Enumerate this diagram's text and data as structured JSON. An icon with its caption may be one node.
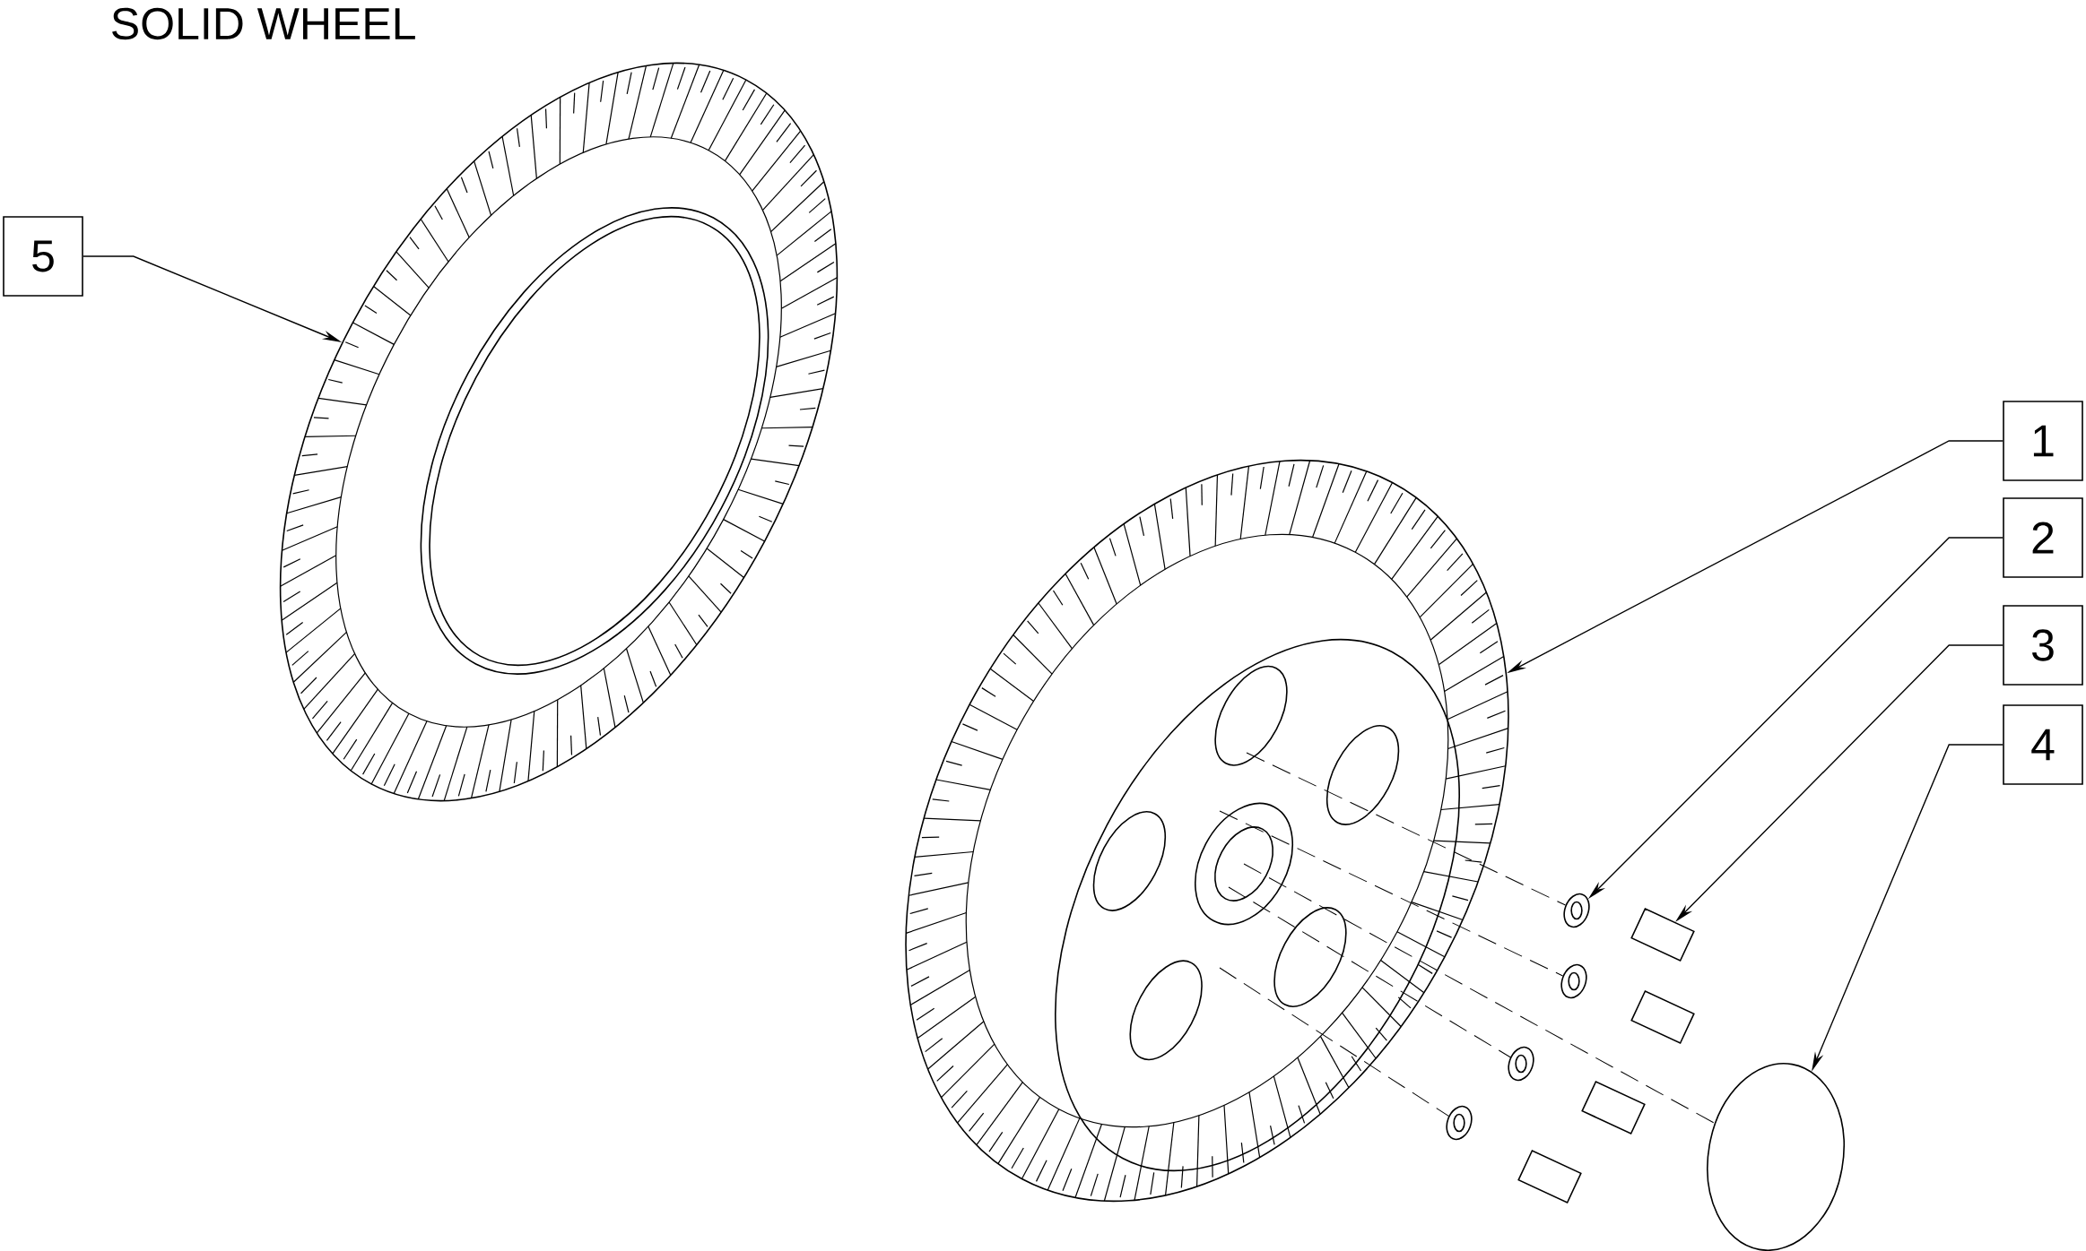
{
  "diagram": {
    "title": "SOLID WHEEL",
    "nodes": [
      {
        "text": [
          "5"
        ]
      },
      {
        "text": [],
        "shape": "picture"
      },
      {
        "text": [
          "1"
        ]
      },
      {
        "text": [],
        "shape": "picture"
      },
      {
        "text": [
          "2"
        ]
      },
      {
        "text": [],
        "shape": "picture"
      },
      {
        "text": [
          "3"
        ]
      },
      {
        "text": [],
        "shape": "picture"
      },
      {
        "text": [
          "4"
        ]
      },
      {
        "text": [],
        "shape": "circle"
      },
      {
        "text": [],
        "shape": "picture"
      },
      {
        "text": [],
        "shape": "picture"
      },
      {
        "text": [],
        "shape": "picture"
      }
    ],
    "edges": [
      {
        "from": 0,
        "to": 1,
        "arrow": "to"
      },
      {
        "from": 2,
        "to": 3,
        "arrow": "to"
      },
      {
        "from": 4,
        "to": 5,
        "arrow": "to"
      },
      {
        "from": 6,
        "to": 7,
        "arrow": "to"
      },
      {
        "from": 8,
        "to": 9,
        "arrow": "to"
      },
      {
        "from": 3,
        "to": 5,
        "arrow": "none",
        "style": "dashed"
      },
      {
        "from": 3,
        "to": 10,
        "arrow": "none",
        "style": "dashed"
      },
      {
        "from": 3,
        "to": 11,
        "arrow": "none",
        "style": "dashed"
      },
      {
        "from": 3,
        "to": 12,
        "arrow": "none",
        "style": "dashed"
      },
      {
        "from": 3,
        "to": 9,
        "arrow": "none",
        "style": "dashed"
      }
    ]
  }
}
